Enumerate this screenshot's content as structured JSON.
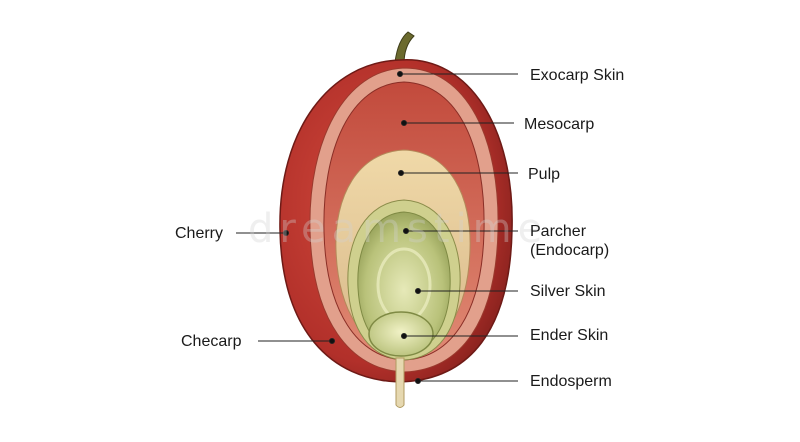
{
  "labels": {
    "exocarp_skin": "Exocarp Skin",
    "mesocarp": "Mesocarp",
    "pulp": "Pulp",
    "parcher_line1": "Parcher",
    "parcher_line2": "(Endocarp)",
    "silver_skin": "Silver Skin",
    "ender_skin": "Ender Skin",
    "endosperm": "Endosperm",
    "cherry": "Cherry",
    "checarp": "Checarp"
  },
  "watermark": "dreamstime",
  "colors": {
    "outer_skin": "#b8342a",
    "mesocarp": "#d9705c",
    "pulp": "#e8cfa3",
    "parchment": "#c9c98a",
    "bean": "#a9b56a",
    "stem": "#6b6a2e",
    "leader_line": "#222222"
  }
}
